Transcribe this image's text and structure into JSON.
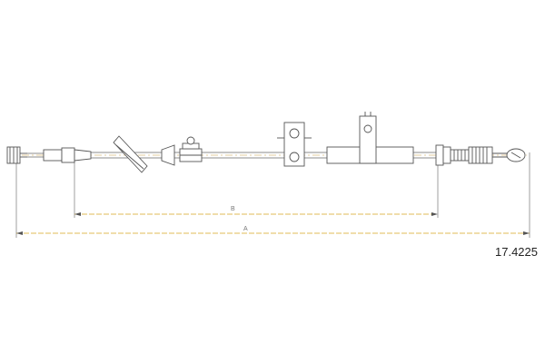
{
  "drawing": {
    "part_number": "17.4225",
    "dimension_a_label": "A",
    "dimension_b_label": "B"
  },
  "colors": {
    "outline": "#555555",
    "dimension": "#d9a520",
    "centerline": "#c89a40",
    "background": "#ffffff"
  }
}
